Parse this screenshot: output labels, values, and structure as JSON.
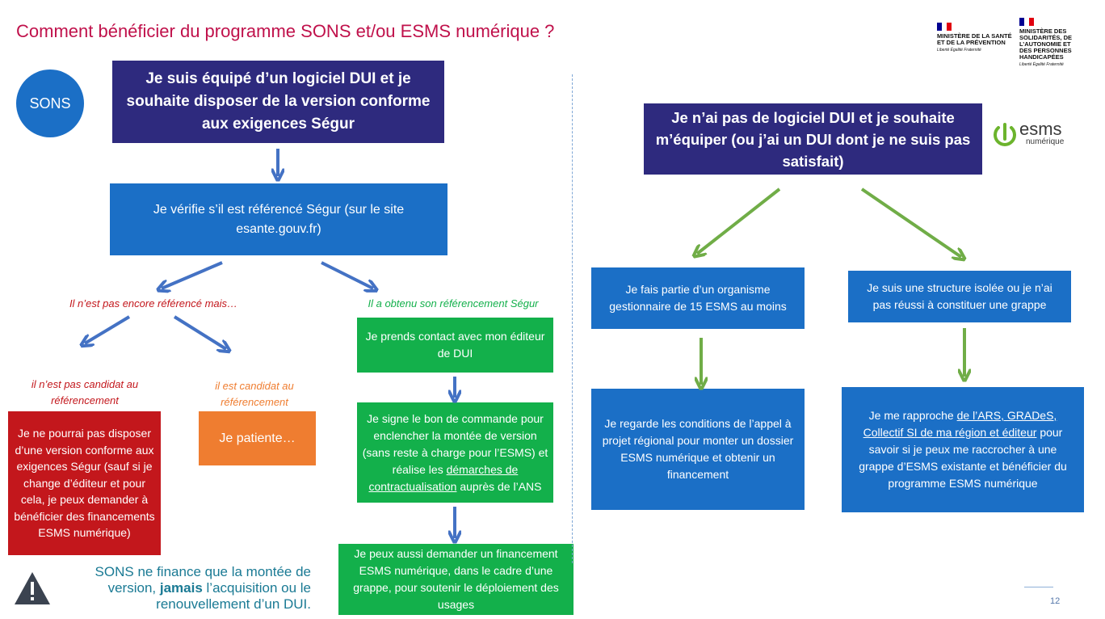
{
  "title": "Comment bénéficier du programme SONS et/ou ESMS numérique ?",
  "sons_badge": "SONS",
  "left": {
    "header": "Je suis équipé d’un logiciel DUI et je souhaite disposer de la version conforme aux exigences Ségur",
    "verify": "Je vérifie s’il est référencé Ségur (sur le site esante.gouv.fr)",
    "branch_not_ref": "Il n’est pas encore référencé mais…",
    "branch_ref": "Il a obtenu son référencement Ségur",
    "not_candidate_label": "il n’est pas candidat au référencement",
    "candidate_label": "il est candidat au référencement",
    "not_candidate_box": "Je ne pourrai pas disposer d’une version conforme aux exigences Ségur (sauf si je change d’éditeur et pour cela, je peux demander à bénéficier des financements ESMS numérique)",
    "candidate_box": "Je patiente…",
    "contact_box": "Je prends contact avec mon éditeur de DUI",
    "sign_box_pre": "Je signe le bon de commande pour enclencher la montée de version (sans reste à charge pour l’ESMS) et réalise les",
    "sign_box_link": "démarches de contractualisation",
    "sign_box_post": "auprès de l’ANS",
    "finance_box": "Je peux aussi demander un financement ESMS numérique, dans le cadre d’une grappe, pour soutenir le déploiement des usages",
    "note_pre": "SONS ne finance que la montée de version,",
    "note_bold": "jamais",
    "note_post": "l’acquisition ou le renouvellement d’un DUI."
  },
  "right": {
    "header": "Je n’ai pas de logiciel DUI et je souhaite m’équiper (ou j’ai un DUI dont je ne suis pas satisfait)",
    "org_box": "Je fais partie d’un organisme gestionnaire de 15 ESMS au moins",
    "isolated_box": "Je suis une structure isolée ou je n’ai pas réussi à constituer une grappe",
    "regional_box": "Je regarde les conditions de l’appel à projet régional pour monter un dossier ESMS numérique et obtenir un financement",
    "ars_pre": "Je me rapproche",
    "ars_link": "de l’ARS, GRADeS, Collectif SI de ma région et éditeur",
    "ars_post": "pour savoir si je peux me raccrocher à une grappe d’ESMS existante et bénéficier du programme ESMS numérique"
  },
  "logo_esms": {
    "name": "esms",
    "sub": "numérique"
  },
  "gov1": {
    "name": "MINISTÈRE DE LA SANTÉ ET DE LA PRÉVENTION",
    "motto": "Liberté Égalité Fraternité"
  },
  "gov2": {
    "name": "MINISTÈRE DES SOLIDARITÉS, DE L’AUTONOMIE ET DES PERSONNES HANDICAPÉES",
    "motto": "Liberté Égalité Fraternité"
  },
  "page_number": "12",
  "colors": {
    "title": "#c0114b",
    "dark": "#2e2a7e",
    "blue": "#1b6fc6",
    "green": "#13b04b",
    "red": "#c3171c",
    "orange": "#ef7d30",
    "arrow_blue": "#4472c4",
    "arrow_green": "#70ad47"
  }
}
